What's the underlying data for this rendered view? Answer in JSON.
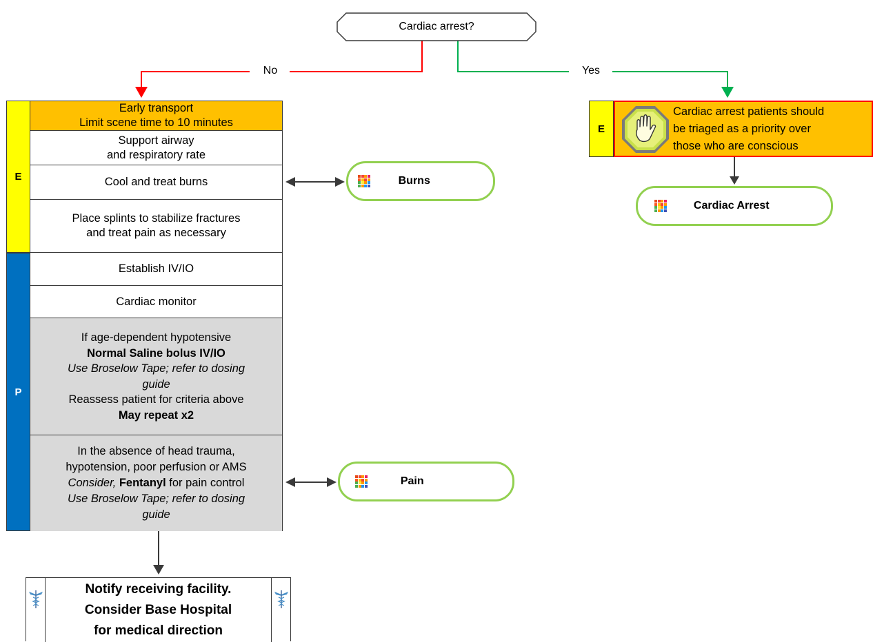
{
  "decision": {
    "question": "Cardiac arrest?",
    "no_label": "No",
    "yes_label": "Yes"
  },
  "left_sections": [
    {
      "tag": "E",
      "color": "#ffff00"
    },
    {
      "tag": "P",
      "color": "#0070c0"
    }
  ],
  "steps": {
    "early_transport": [
      "Early transport",
      "Limit scene time to 10 minutes"
    ],
    "airway": [
      "Support airway",
      "and respiratory rate"
    ],
    "burns": "Cool and treat burns",
    "splints": [
      "Place splints to stabilize fractures",
      "and treat pain as necessary"
    ],
    "iv": "Establish IV/IO",
    "monitor": "Cardiac monitor",
    "saline": {
      "line1": "If age-dependent hypotensive",
      "line2": "Normal Saline bolus IV/IO",
      "line3": "Use Broselow Tape; refer to dosing",
      "line4": "guide",
      "line5": "Reassess patient for criteria above",
      "line6": "May repeat x2"
    },
    "pain": {
      "line1": "In the absence of head trauma,",
      "line2": "hypotension, poor perfusion or AMS",
      "line3_italic": "Consider,",
      "line3_bold": "Fentanyl",
      "line3_rest": "for pain control",
      "line4": "Use Broselow Tape; refer to dosing",
      "line5": "guide"
    }
  },
  "links": {
    "burns": "Burns",
    "pain": "Pain",
    "cardiac_arrest": "Cardiac Arrest"
  },
  "cardiac_note": {
    "tag": "E",
    "lines": [
      "Cardiac arrest patients should",
      "be triaged as a priority over",
      "those who are conscious"
    ]
  },
  "notify": [
    "Notify receiving facility.",
    "Consider Base Hospital",
    "for medical direction"
  ],
  "colors": {
    "no_arrow": "#ff0000",
    "yes_arrow": "#00b050",
    "orange": "#ffc000",
    "yellow": "#ffff00",
    "blue": "#0070c0",
    "gray": "#d9d9d9",
    "pill_border": "#92d050"
  },
  "icons": {
    "link_icon": "colored-grid-icon",
    "stop_icon": "stop-hand-icon",
    "caduceus_icon": "caduceus-icon"
  }
}
